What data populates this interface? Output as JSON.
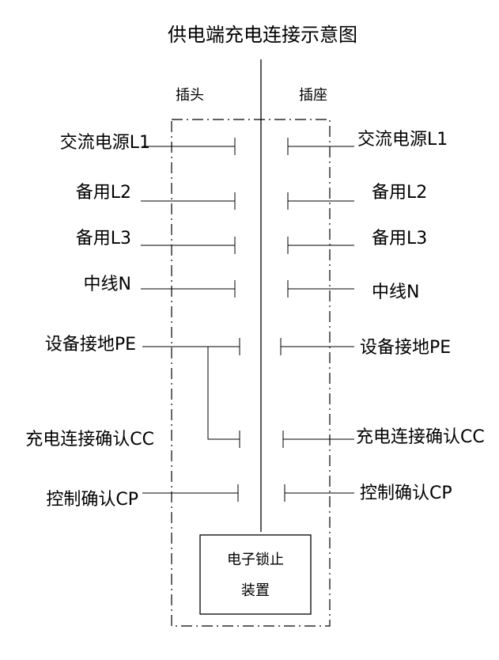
{
  "title": "供电端充电连接示意图",
  "plug_label": "插头",
  "socket_label": "插座",
  "rows": [
    {
      "left": "交流电源L1",
      "right": "交流电源L1"
    },
    {
      "left": "备用L2",
      "right": "备用L2"
    },
    {
      "left": "备用L3",
      "right": "备用L3"
    },
    {
      "left": "中线N",
      "right": "中线N"
    },
    {
      "left": "设备接地PE",
      "right": "设备接地PE"
    },
    {
      "left": "充电连接确认CC",
      "right": "充电连接确认CC"
    },
    {
      "left": "控制确认CP",
      "right": "控制确认CP"
    }
  ],
  "lock_box": {
    "line1": "电子锁止",
    "line2": "装置"
  }
}
